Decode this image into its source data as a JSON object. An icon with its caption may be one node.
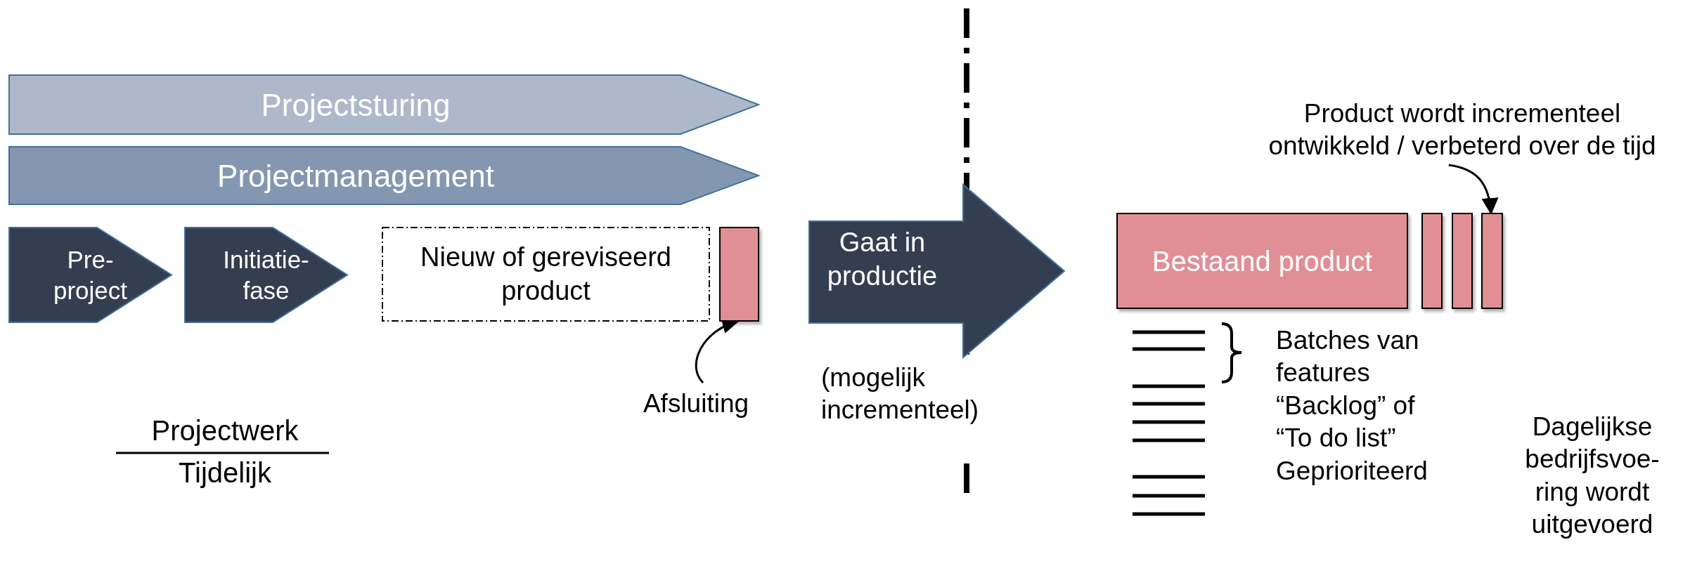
{
  "diagram": {
    "nodes": [
      {
        "text": [
          "Projectsturing"
        ]
      },
      {
        "text": [
          "Projectmanagement"
        ]
      },
      {
        "text": [
          "Pre- project"
        ]
      },
      {
        "text": [
          "Initiatie- fase"
        ]
      },
      {
        "text": [
          "Nieuw of gereviseerd product"
        ]
      },
      {
        "text": [],
        "shape": "bar"
      },
      {
        "text": [
          "Afsluiting"
        ]
      },
      {
        "text": [
          "Gaat in productie"
        ],
        "beside": [
          "(mogelijk incrementeel)"
        ]
      },
      {
        "text": [
          "Bestaand product"
        ]
      },
      {
        "text": [],
        "shape": "bar"
      },
      {
        "text": [],
        "shape": "bar"
      },
      {
        "text": [],
        "shape": "bar"
      },
      {
        "text": [
          "Product wordt incrementeel ontwikkeld / verbeterd over de tijd"
        ]
      }
    ],
    "edges": [
      {
        "from": 6,
        "to": 5,
        "arrow": "to"
      },
      {
        "from": 12,
        "to": 11,
        "arrow": "to"
      }
    ],
    "labels": [
      "Projectwerk",
      "Tijdelijk",
      "Batches van features",
      "“Backlog” of “To do list” Geprioriteerd",
      "Dagelijkse bedrijfsvoe- ring wordt uitgevoerd"
    ]
  }
}
